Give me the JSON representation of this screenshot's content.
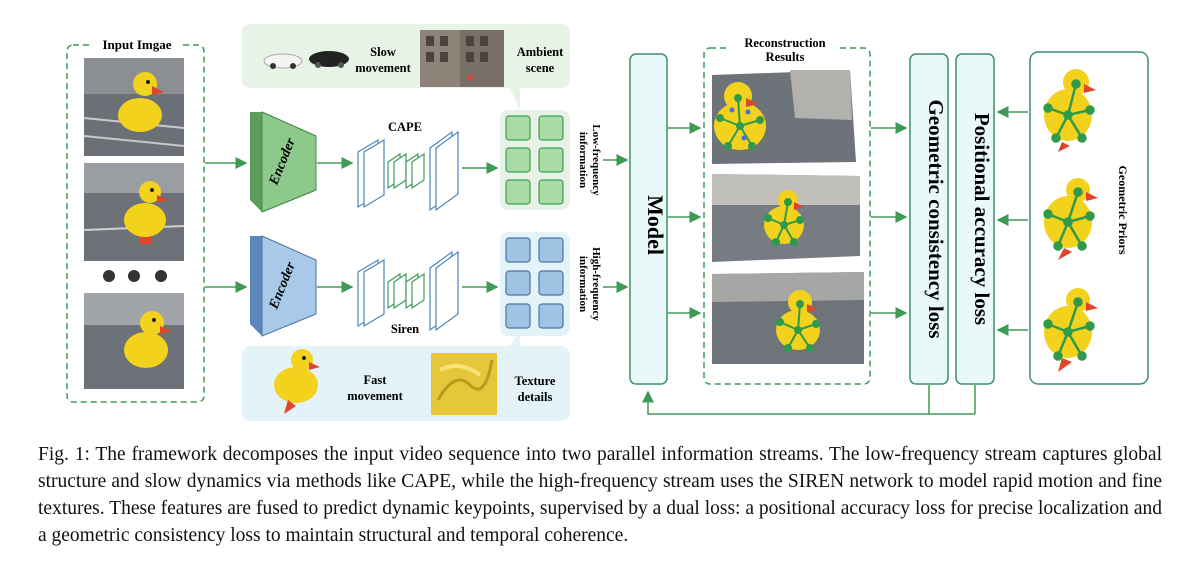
{
  "figure": {
    "input_title": "Input Imgae",
    "low_box": {
      "slow_label": "Slow movement",
      "ambient_label": "Ambient scene"
    },
    "high_box": {
      "fast_label": "Fast movement",
      "texture_label": "Texture details"
    },
    "encoder_top": "Encoder",
    "encoder_bottom": "Encoder",
    "cape_label": "CAPE",
    "siren_label": "Siren",
    "low_freq_label": "Low-frequency information",
    "high_freq_label": "High-frequency information",
    "model_label": "Model",
    "reconstruction_title": "Reconstruction Results",
    "geo_loss_label": "Geometric consistency loss",
    "pos_loss_label": "Positional accuracy loss",
    "geo_priors_label": "Geometric Priors",
    "colors": {
      "green": "#3f9a57",
      "green_fill": "#e6f3e6",
      "blue": "#4a86b8",
      "blue_fill": "#e3f3f8",
      "cyan_box": "#e9f8f9",
      "teal_stroke": "#3c8f6a"
    }
  },
  "caption": "Fig. 1: The framework decomposes the input video sequence into two parallel information streams. The low-frequency stream captures global structure and slow dynamics via methods like CAPE, while the high-frequency stream uses the SIREN network to model rapid motion and fine textures. These features are fused to predict dynamic keypoints, supervised by a dual loss: a positional accuracy loss for precise localization and a geometric consistency loss to maintain structural and temporal coherence."
}
